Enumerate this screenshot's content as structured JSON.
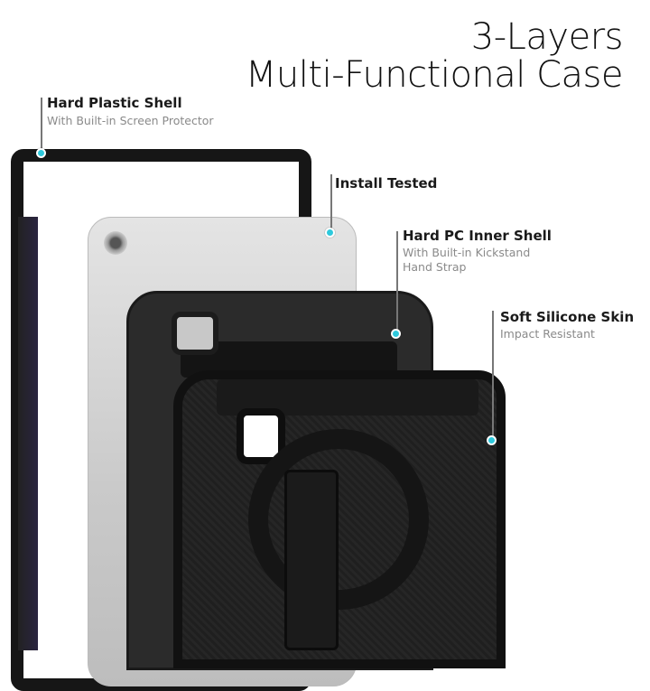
{
  "title": {
    "line1": "3-Layers",
    "line2": "Multi-Functional Case"
  },
  "accent_color": "#2ec9dc",
  "callouts": [
    {
      "heading": "Hard Plastic Shell",
      "sub": [
        "With Built-in Screen Protector"
      ]
    },
    {
      "heading": "Install Tested",
      "sub": []
    },
    {
      "heading": "Hard PC Inner Shell",
      "sub": [
        "With Built-in Kickstand",
        "Hand Strap"
      ]
    },
    {
      "heading": "Soft Silicone Skin",
      "sub": [
        "Impact Resistant"
      ]
    }
  ]
}
